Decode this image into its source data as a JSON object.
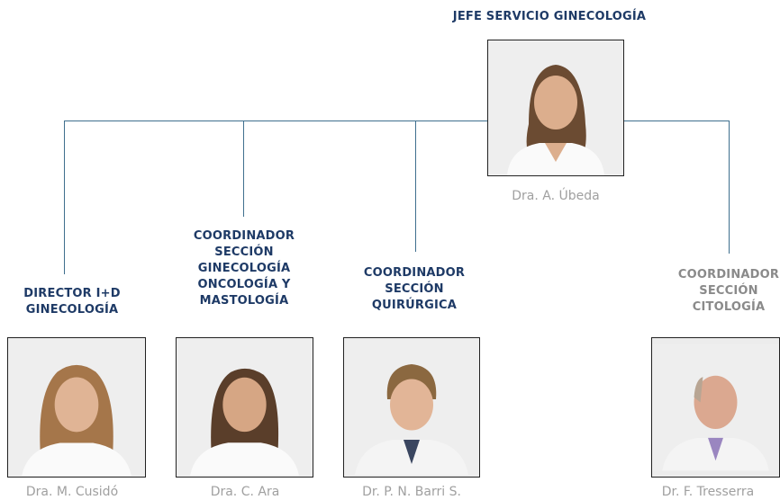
{
  "head": {
    "title": "JEFE SERVICIO GINECOLOGÍA",
    "name": "Dra. A. Úbeda"
  },
  "members": [
    {
      "title_lines": [
        "DIRECTOR I+D",
        "GINECOLOGÍA"
      ],
      "name": "Dra. M. Cusidó"
    },
    {
      "title_lines": [
        "COORDINADOR",
        "SECCIÓN",
        "GINECOLOGÍA",
        "ONCOLOGÍA Y",
        "MASTOLOGÍA"
      ],
      "name": "Dra. C. Ara"
    },
    {
      "title_lines": [
        "COORDINADOR",
        "SECCIÓN",
        "QUIRÚRGICA"
      ],
      "name": "Dr. P. N. Barri S."
    },
    {
      "title_lines": [
        "COORDINADOR",
        "SECCIÓN",
        "CITOLOGÍA"
      ],
      "name": "Dr. F. Tresserra"
    }
  ],
  "colors": {
    "title": "#1e3a66",
    "title_muted": "#8a8a8a",
    "name": "#a0a0a0",
    "connector": "#3f6f8e"
  }
}
